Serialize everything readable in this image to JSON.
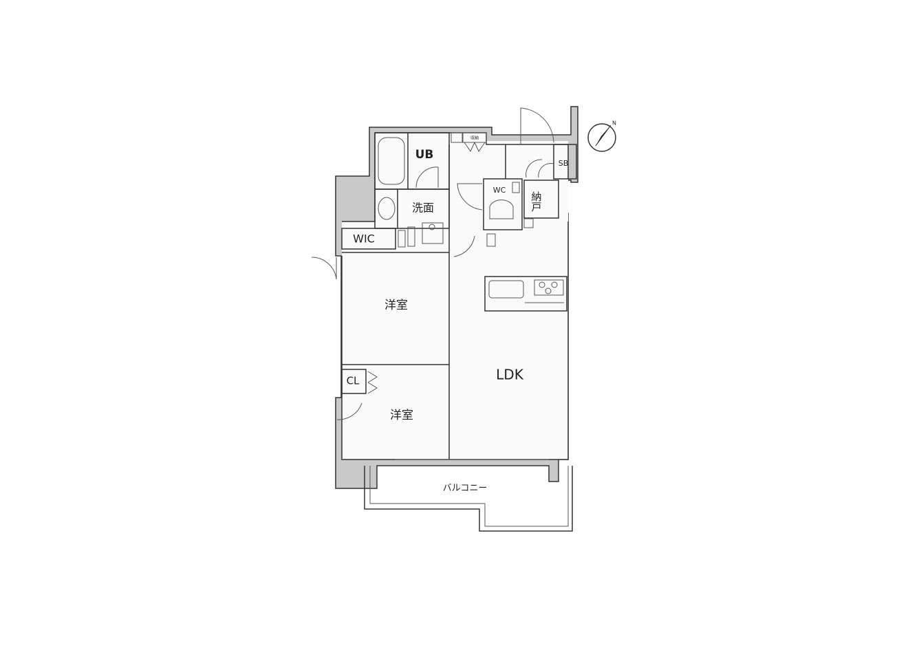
{
  "rooms": {
    "ub": "UB",
    "washroom": "洗面",
    "wic": "WIC",
    "western_room_1": "洋室",
    "western_room_2": "洋室",
    "closet": "CL",
    "ldk": "LDK",
    "wc": "WC",
    "storage": "納戸",
    "shoe_box": "SB",
    "balcony": "バルコニー",
    "small_storage": "収納"
  },
  "compass": {
    "label": "N"
  }
}
